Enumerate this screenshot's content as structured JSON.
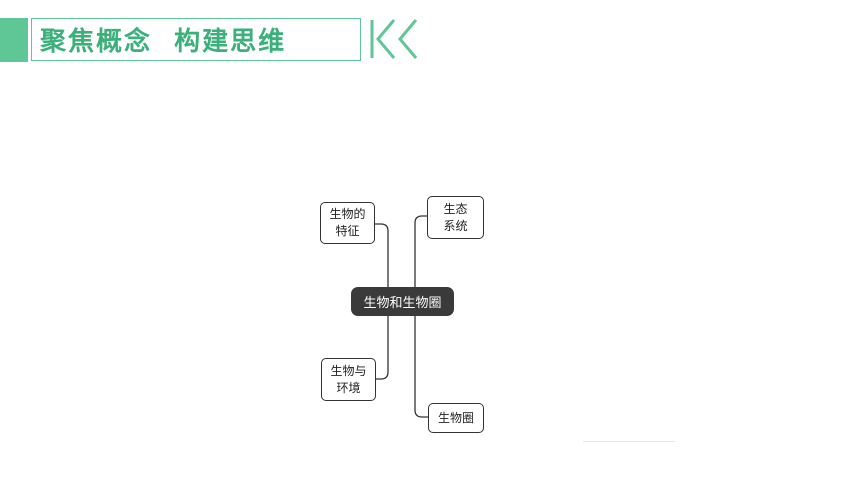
{
  "header": {
    "title": "聚焦概念  构建思维",
    "accent_color": "#5ec795",
    "back_icon": "double-chevron-left-icon"
  },
  "diagram": {
    "center": "生物和生物圈",
    "left_nodes": [
      "生物的\n特征",
      "生物与\n环境"
    ],
    "right_nodes": [
      "生态\n系统",
      "生物圈"
    ]
  }
}
